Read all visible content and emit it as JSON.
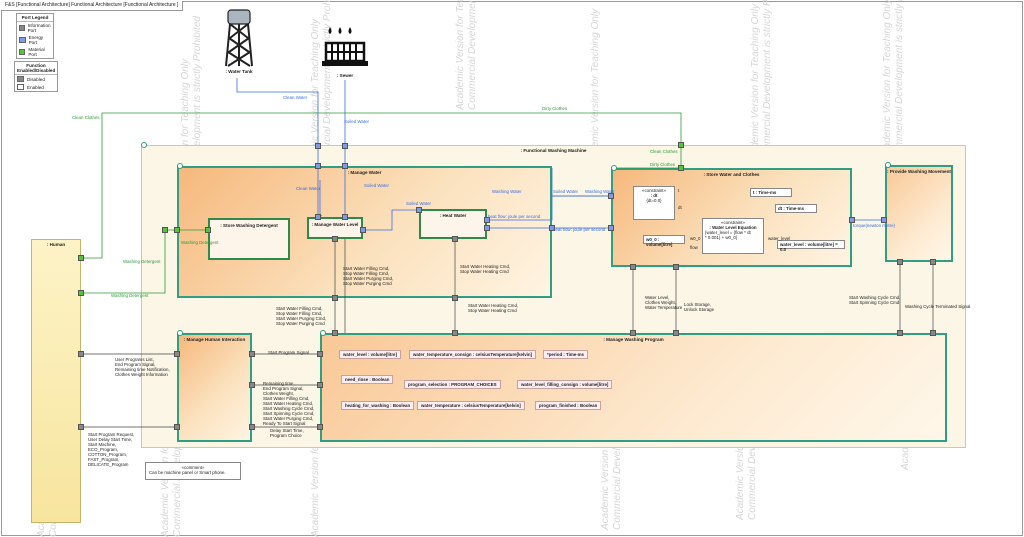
{
  "header": {
    "title_prefix": "F&S [Functional Architecture] Functional Architecture [",
    "title_suffix": "Functional Architecture ]"
  },
  "port_legend": {
    "title": "Port Legend",
    "items": [
      {
        "label": "Information Port",
        "color": "#888888"
      },
      {
        "label": "Energy Port",
        "color": "#7e9be8"
      },
      {
        "label": "Material Port",
        "color": "#54c438"
      }
    ]
  },
  "function_legend": {
    "title": "Function Enabled/Disabled",
    "items": [
      {
        "label": "Disabled",
        "color": "#888888"
      },
      {
        "label": "Enabled",
        "color": "#ffffff"
      }
    ]
  },
  "watermarks": [
    "Academic Version for Teaching Only",
    "Commercial Development is strictly Prohibited"
  ],
  "actors": {
    "water_tank": ": Water Tank",
    "sewer": ": Sewer",
    "human": ": Human"
  },
  "blocks": {
    "washing_machine": ": Functional Washing Machine",
    "manage_water": ": Manage Water",
    "store_detergent": ": Store Washing Detergent",
    "manage_water_level": ": Manage Water Level",
    "heat_water": ": Heat Water",
    "store_water_clothes": ": Store Water and Clothes",
    "washing_movement": ": Provide Washing Movement",
    "human_interaction": ": Manage Human Interaction",
    "washing_program": ": Manage Washing Program"
  },
  "flows": {
    "clean_water": "Clean Water",
    "soiled_water": "Soiled Water",
    "clean_clothes": "Clean Clothes",
    "dirty_clothes": "Dirty Clothes",
    "washing_detergent": "Washing Detergent",
    "washing_water": "Washing Water",
    "heat_flow": "heat flow: joule per second",
    "heat_flow2": "heat flow: joule per second",
    "rotation": "torque(newton metre)",
    "level_cmds": "Start Water Filling Cmd,\nStop Water Filling Cmd,\nStart Water Purging Cmd,\nStop Water Purging Cmd",
    "level_cmds2": "Start Water Filling Cmd,\nStop Water Filling Cmd,\nStart Water Purging Cmd,\nStop Water Purging Cmd",
    "heat_cmds": "Start Water Heating Cmd,\nStop Water Heating Cmd",
    "heat_cmds2": "Start Water Heating Cmd,\nStop Water Heating Cmd",
    "store_out": "Water Level,\nClothes Weight,\nWater Temperature",
    "lock": "Lock Storage,\nUnlock Storage",
    "cycle_cmd": "Start Washing Cycle Cmd,\nStart Spinning Cycle Cmd",
    "cycle_term": "Washing Cycle Terminated Signal",
    "human_info": "User Programs List,\nEnd Program Signal,\nRemaining time Notification,\nClothes Weight Information",
    "human_req": "Start Program Request,\nUser Delay Start Time,\nStart Machine,\nECO_Program,\nCOTTON_Program,\nFAST_Program,\nDELICATE_Program",
    "start_program": "Start Program Signal",
    "hmi_info": "Remaining time,\nEnd Program Signal,\nClothes Weight,\nStart Water Filling Cmd,\nStart Water Heating Cmd,\nStart Washing Cycle Cmd,\nStart Spinning Cycle Cmd,\nStart Water Purging Cmd,\nReady To Start Signal",
    "delay": "Delay Start Time,\nProgram Choice"
  },
  "program_attrs": [
    "water_level : volume[litre]",
    "water_temperature_consign : celsiusTemperature[kelvin]",
    "*period : Time-ms",
    "need_rinse : Boolean",
    "program_selection : PROGRAM_CHOICES",
    "water_level_filling_consign : volume[litre]",
    "heating_for_washing : Boolean",
    "water_temperature : celsiusTemperature[kelvin]",
    "program_finished : Boolean"
  ],
  "store_params": {
    "constraint1_stereo": "«constraint»",
    "constraint1_name": ": dt",
    "constraint1_expr": "{dt=0.0}",
    "time_ms": "t : Time-ms",
    "dt_time": "dt : Time-ms",
    "w0": "w0_0 : volume[litre]",
    "equation_stereo": "«constraint»",
    "equation_name": ": Water Level Equation",
    "equation_expr": "{water_level = (flow * dt\n* 0.001) + w0_0}",
    "water_level_attr": "water_level : volume[litre] = 0.0",
    "param_t": "t",
    "param_dt": "dt",
    "param_w0": "w0_0",
    "param_flow": "flow",
    "param_wl": "water_level"
  },
  "note": {
    "stereo": "«comment»",
    "text": "Can be machine panel or Smart phone."
  }
}
